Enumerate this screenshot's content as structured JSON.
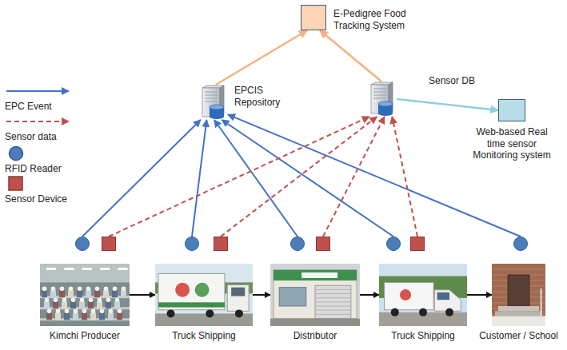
{
  "diagram": {
    "nodes": [
      {
        "text": [
          "E-Pedigree Food Tracking System"
        ]
      },
      {
        "text": [
          "EPCIS Repository"
        ]
      },
      {
        "text": [
          "Sensor DB"
        ]
      },
      {
        "text": [
          "Web-based Real time sensor Monitoring system"
        ]
      },
      {
        "text": [
          "Kimchi Producer"
        ]
      },
      {
        "text": [
          "Truck Shipping"
        ]
      },
      {
        "text": [
          "Distributor"
        ]
      },
      {
        "text": [
          "Truck Shipping"
        ]
      },
      {
        "text": [
          "Customer / School"
        ]
      }
    ],
    "edges": [
      {
        "from": 1,
        "to": 0,
        "arrow": "to"
      },
      {
        "from": 2,
        "to": 0,
        "arrow": "to"
      },
      {
        "from": 2,
        "to": 3,
        "arrow": "to"
      },
      {
        "from": 4,
        "to": 1,
        "arrow": "to"
      },
      {
        "from": 5,
        "to": 1,
        "arrow": "to"
      },
      {
        "from": 6,
        "to": 1,
        "arrow": "to"
      },
      {
        "from": 7,
        "to": 1,
        "arrow": "to"
      },
      {
        "from": 8,
        "to": 1,
        "arrow": "to"
      },
      {
        "from": 4,
        "to": 2,
        "arrow": "to"
      },
      {
        "from": 5,
        "to": 2,
        "arrow": "to"
      },
      {
        "from": 6,
        "to": 2,
        "arrow": "to"
      },
      {
        "from": 7,
        "to": 2,
        "arrow": "to"
      },
      {
        "from": 4,
        "to": 5,
        "arrow": "to"
      },
      {
        "from": 5,
        "to": 6,
        "arrow": "to"
      },
      {
        "from": 6,
        "to": 7,
        "arrow": "to"
      },
      {
        "from": 7,
        "to": 8,
        "arrow": "to"
      }
    ],
    "legend": [
      {
        "text": "EPC Event"
      },
      {
        "text": "Sensor data"
      },
      {
        "text": "RFID Reader"
      },
      {
        "text": "Sensor Device"
      }
    ]
  }
}
